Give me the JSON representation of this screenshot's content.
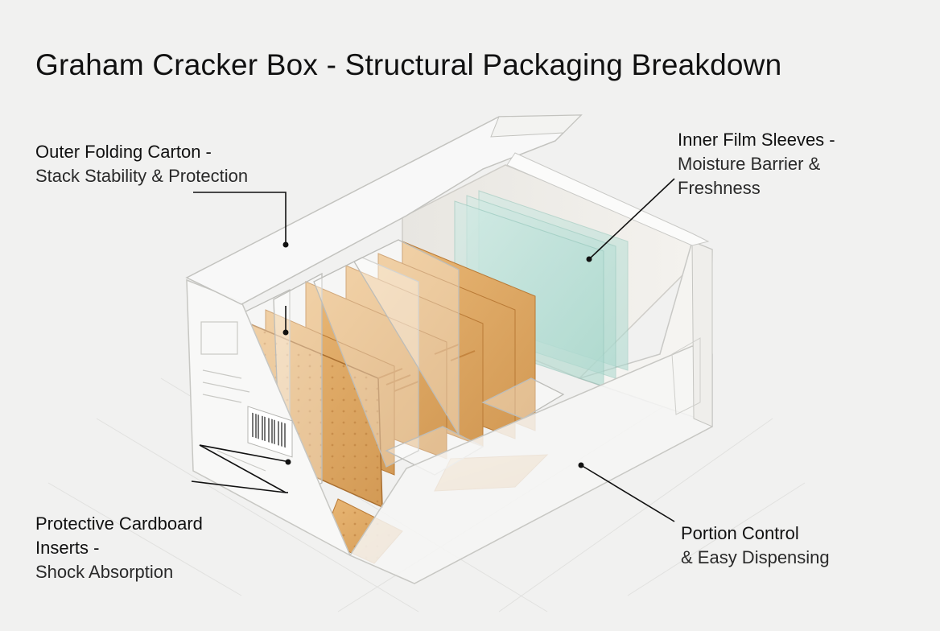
{
  "title": "Graham Cracker Box - Structural Packaging Breakdown",
  "callouts": {
    "outer_carton": {
      "line1": "Outer Folding Carton -",
      "line2": "Stack Stability & Protection"
    },
    "inner_film": {
      "line1": "Inner Film Sleeves -",
      "line2": "Moisture Barrier &",
      "line3": "Freshness"
    },
    "inserts": {
      "line1": "Protective Cardboard",
      "line2": "Inserts -",
      "line3": "Shock Absorption"
    },
    "portion": {
      "line1": "Portion Control",
      "line2": "& Easy Dispensing"
    }
  },
  "colors": {
    "background": "#f1f1f0",
    "carton": "#f7f7f6",
    "carton_edge": "#c9c9c6",
    "cracker": "#e0a75e",
    "cracker_dark": "#b97a36",
    "film": "#bfe3db",
    "leader_line": "#111111"
  }
}
